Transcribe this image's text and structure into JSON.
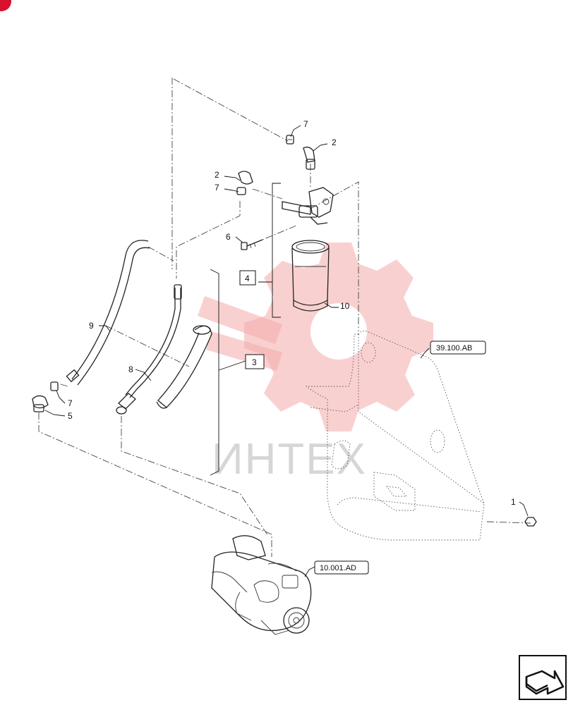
{
  "callouts": {
    "c1": "1",
    "c2a": "2",
    "c2b": "2",
    "c3": "3",
    "c4": "4",
    "c5": "5",
    "c6": "6",
    "c7a": "7",
    "c7b": "7",
    "c7c": "7",
    "c8": "8",
    "c9": "9",
    "c10": "10"
  },
  "references": {
    "ref_frame": "39.100.AB",
    "ref_engine": "10.001.AD"
  },
  "watermark": {
    "text": "ИНТЕХ"
  },
  "colors": {
    "watermark": "#f4a9a9",
    "corner_badge": "#d8112e"
  },
  "icons": {
    "next_page": "next-page-arrow-icon"
  }
}
